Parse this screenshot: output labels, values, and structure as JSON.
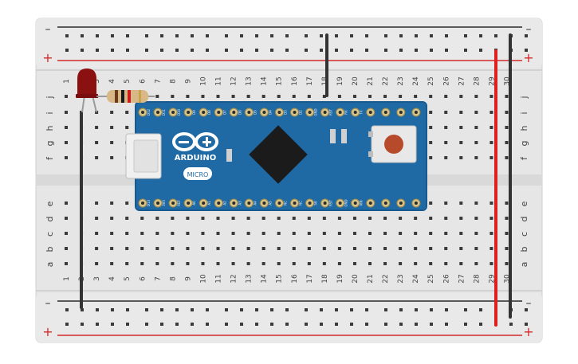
{
  "breadboard": {
    "columns": [
      "1",
      "2",
      "3",
      "4",
      "5",
      "6",
      "7",
      "8",
      "9",
      "10",
      "11",
      "12",
      "13",
      "14",
      "15",
      "16",
      "17",
      "18",
      "19",
      "20",
      "21",
      "22",
      "23",
      "24",
      "25",
      "26",
      "27",
      "28",
      "29",
      "30"
    ],
    "top_rows": [
      "j",
      "i",
      "h",
      "g",
      "f"
    ],
    "bottom_rows": [
      "e",
      "d",
      "c",
      "b",
      "a"
    ],
    "rail_minus": "–",
    "rail_plus": "+"
  },
  "arduino": {
    "brand": "ARDUINO",
    "model": "MICRO",
    "top_pin_labels": [
      "D12",
      "D11",
      "D10",
      "D9",
      "D8",
      "D7",
      "D6",
      "D5",
      "D4",
      "D3",
      "D2",
      "GND",
      "RST",
      "RX",
      "TX"
    ],
    "bottom_pin_labels": [
      "D13",
      "3V3",
      "REF",
      "A0",
      "A1",
      "A2",
      "A3",
      "A4",
      "A5",
      "NC",
      "NC",
      "5V",
      "RST",
      "GND",
      "VIN"
    ]
  },
  "colors": {
    "board": "#e6e6e6",
    "board_edge": "#cfcfcf",
    "hole": "#3a3a3a",
    "rail_red": "#d42a2a",
    "rail_black": "#2b2b2b",
    "arduino_blue": "#1f6aa5",
    "wire_black": "#333333",
    "wire_red": "#e01e1e",
    "led": "#8b1010"
  },
  "icons": {
    "logo": "arduino-infinity-icon"
  }
}
